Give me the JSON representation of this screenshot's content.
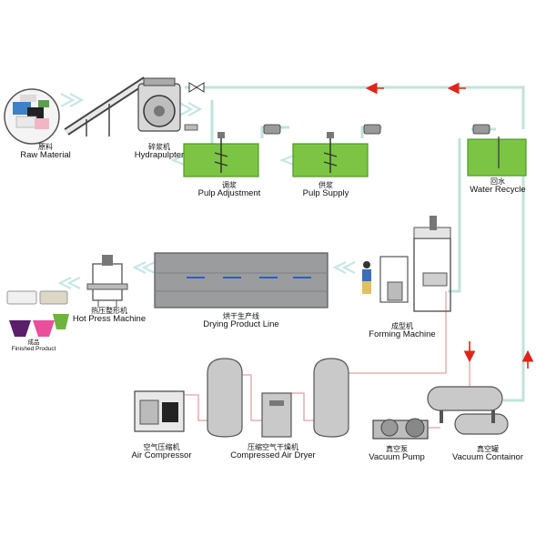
{
  "diagram": {
    "colors": {
      "pulp_green": "#7cc443",
      "pulp_dark": "#4e9a2a",
      "water_pipe": "#bfe3da",
      "air_pipe": "#e8a0a0",
      "flow_arrow_red": "#e2231a",
      "flow_arrow_light": "#c6e6e6",
      "equipment_gray": "#c9c9c9",
      "dryer_gray": "#9a9c9e"
    },
    "labels": {
      "raw_material": {
        "zh": "原料",
        "en": "Raw Material"
      },
      "hydrapulpter": {
        "zh": "碎浆机",
        "en": "Hydrapulpter"
      },
      "pulp_adjustment": {
        "zh": "调浆",
        "en": "Pulp Adjustment"
      },
      "pulp_supply": {
        "zh": "供浆",
        "en": "Pulp Supply"
      },
      "water_recycle": {
        "zh": "回水",
        "en": "Water Recycle"
      },
      "hot_press": {
        "zh": "热压整形机",
        "en": "Hot Press Machine"
      },
      "finished_product": {
        "zh": "成品",
        "en": "Finished Product"
      },
      "drying_line": {
        "zh": "烘干生产线",
        "en": "Drying Product Line"
      },
      "forming_machine": {
        "zh": "成型机",
        "en": "Forming Machine"
      },
      "air_compressor": {
        "zh": "空气压缩机",
        "en": "Air Compressor"
      },
      "air_dryer": {
        "zh": "压缩空气干燥机",
        "en": "Compressed Air Dryer"
      },
      "vacuum_pump": {
        "zh": "真空泵",
        "en": "Vacuum Pump"
      },
      "vacuum_container": {
        "zh": "真空罐",
        "en": "Vacuum Containor"
      }
    }
  }
}
